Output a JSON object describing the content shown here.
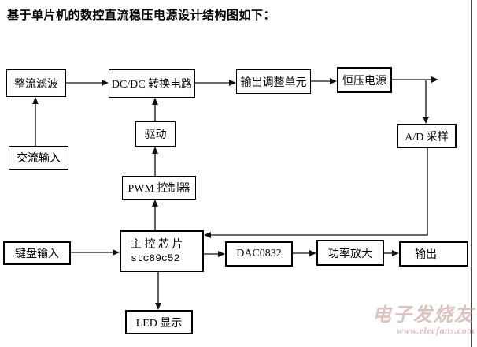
{
  "title": "基于单片机的数控直流稳压电源设计结构图如下：",
  "diagram": {
    "nodes": {
      "rectifier_filter": {
        "label": "整流滤波"
      },
      "dcdc_converter": {
        "label": "DC/DC 转换电路"
      },
      "output_adjust": {
        "label": "输出调整单元"
      },
      "constant_voltage": {
        "label": "恒压电源"
      },
      "ac_input": {
        "label": "交流输入"
      },
      "drive": {
        "label": "驱动"
      },
      "ad_sampling": {
        "label": "A/D 采样"
      },
      "pwm_controller": {
        "label": "PWM 控制器"
      },
      "mcu": {
        "label": "主 控 芯 片",
        "sublabel": "stc89c52"
      },
      "keyboard_input": {
        "label": "键盘输入"
      },
      "dac": {
        "label": "DAC0832"
      },
      "power_amp": {
        "label": "功率放大"
      },
      "output": {
        "label": "输出"
      },
      "led_display": {
        "label": "LED 显示"
      }
    },
    "colors": {
      "box_border": "#000000",
      "line": "#3a3a3a",
      "background": "#ffffff",
      "watermark": "#b98782"
    }
  },
  "watermark": {
    "brand": "电子发烧友",
    "site": "www.elecfans.com"
  }
}
